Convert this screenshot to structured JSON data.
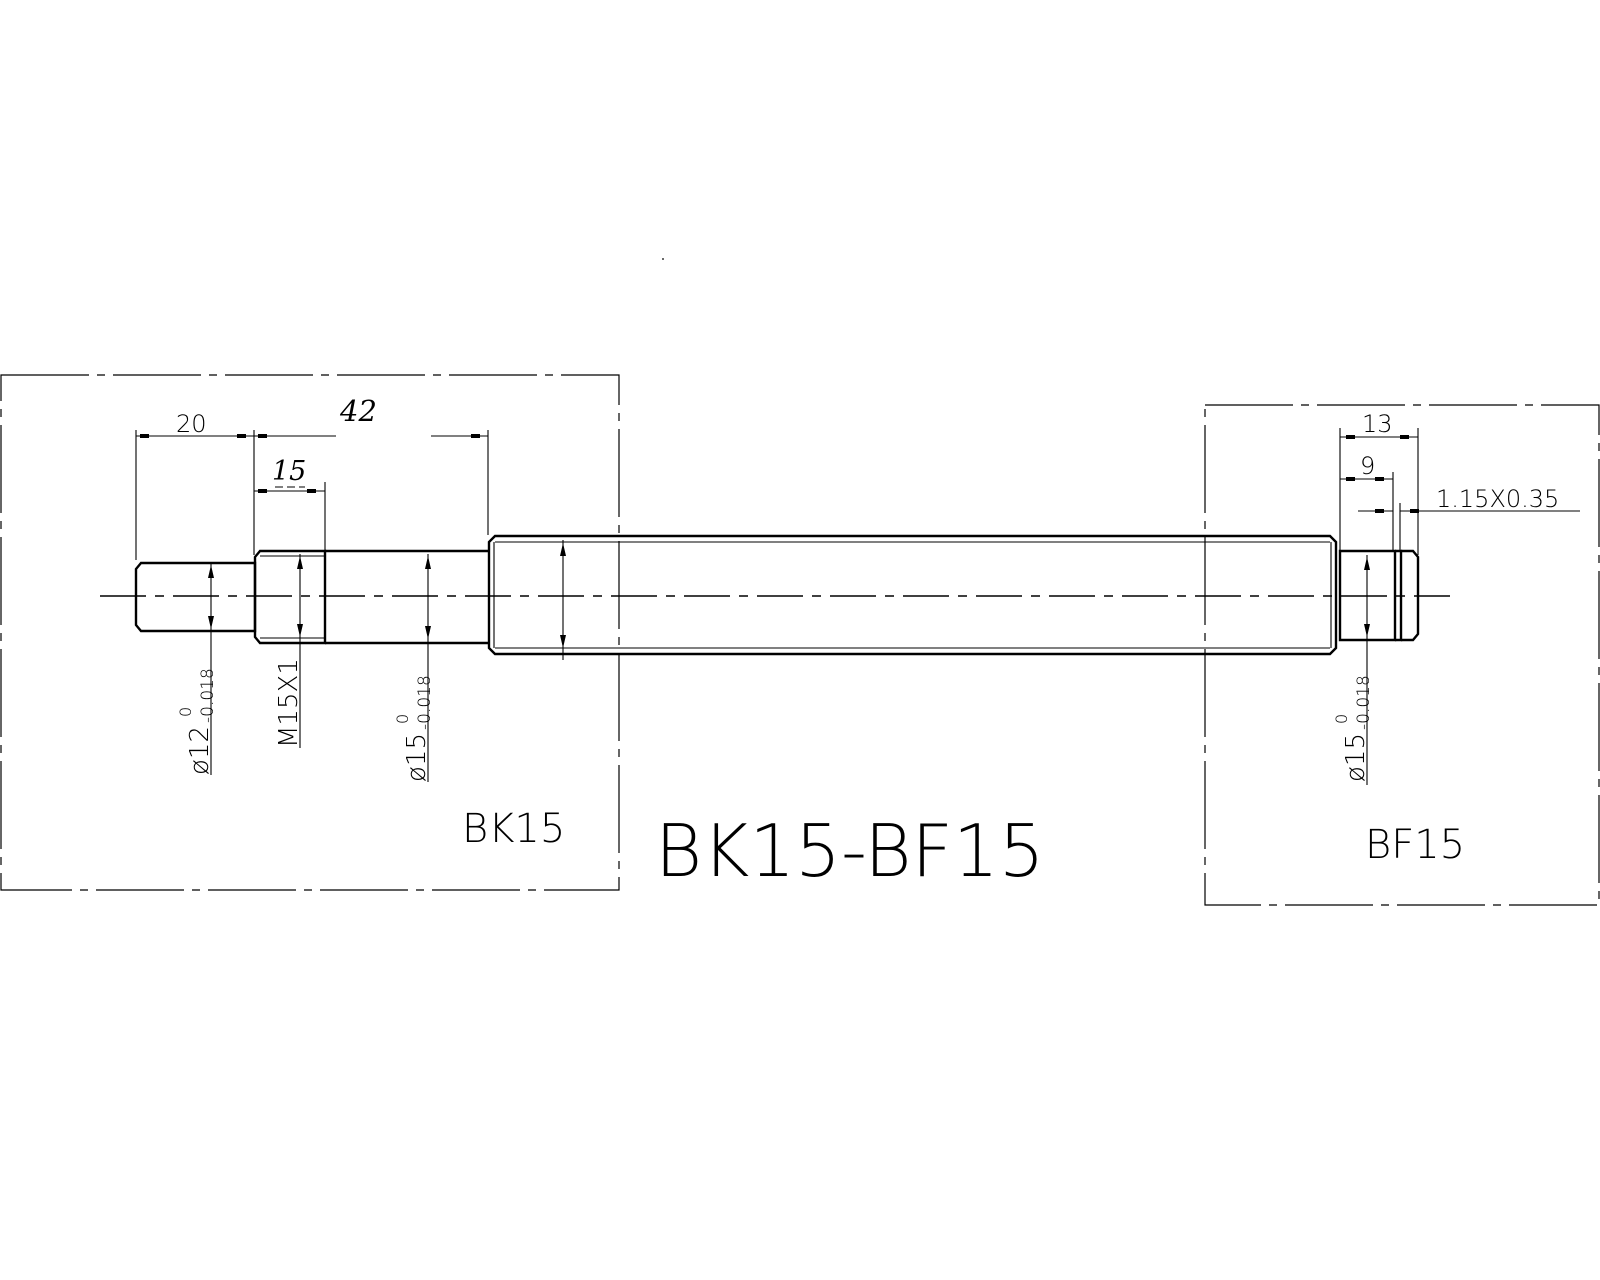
{
  "drawing": {
    "title": "BK15-BF15",
    "left_support_label": "BK15",
    "right_support_label": "BF15"
  },
  "dimensions": {
    "left": {
      "length_20": "20",
      "length_42": "42",
      "length_15": "15",
      "dia_12": "ø12",
      "dia_12_tol_upper": "0",
      "dia_12_tol_lower": "-0.018",
      "thread": "M15X1",
      "dia_15": "ø15",
      "dia_15_tol_upper": "0",
      "dia_15_tol_lower": "-0.018"
    },
    "right": {
      "length_13": "13",
      "length_9": "9",
      "groove": "1.15X0.35",
      "dia_15": "ø15",
      "dia_15_tol_upper": "0",
      "dia_15_tol_lower": "-0.018"
    }
  },
  "colors": {
    "line": "#000000",
    "background": "#ffffff"
  }
}
